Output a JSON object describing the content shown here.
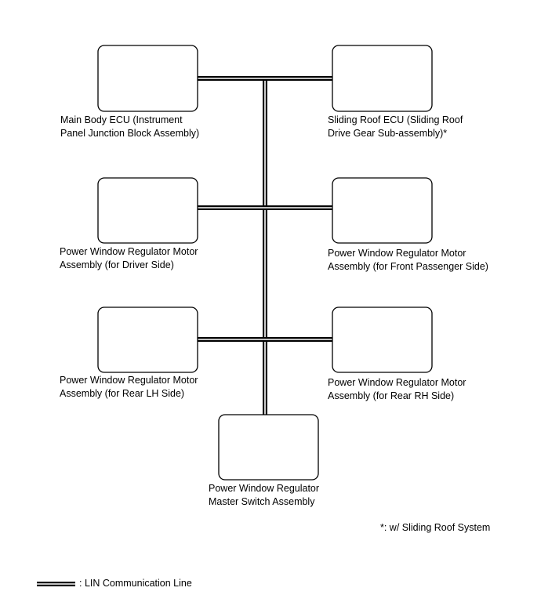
{
  "components": {
    "main_body_ecu": {
      "lines": [
        "Main Body ECU (Instrument",
        "Panel Junction Block Assembly)"
      ]
    },
    "sliding_roof_ecu": {
      "lines": [
        "Sliding Roof ECU (Sliding Roof",
        "Drive Gear Sub-assembly)*"
      ]
    },
    "pw_driver": {
      "lines": [
        "Power Window Regulator Motor",
        "Assembly (for Driver Side)"
      ]
    },
    "pw_front_passenger": {
      "lines": [
        "Power Window Regulator Motor",
        "Assembly (for Front Passenger Side)"
      ]
    },
    "pw_rear_lh": {
      "lines": [
        "Power Window Regulator Motor",
        "Assembly (for Rear LH Side)"
      ]
    },
    "pw_rear_rh": {
      "lines": [
        "Power Window Regulator Motor",
        "Assembly (for Rear RH Side)"
      ]
    },
    "master_switch": {
      "lines": [
        "Power Window Regulator",
        "Master Switch Assembly"
      ]
    }
  },
  "footnote": "*: w/ Sliding Roof System",
  "legend": {
    "label": ": LIN Communication Line"
  }
}
